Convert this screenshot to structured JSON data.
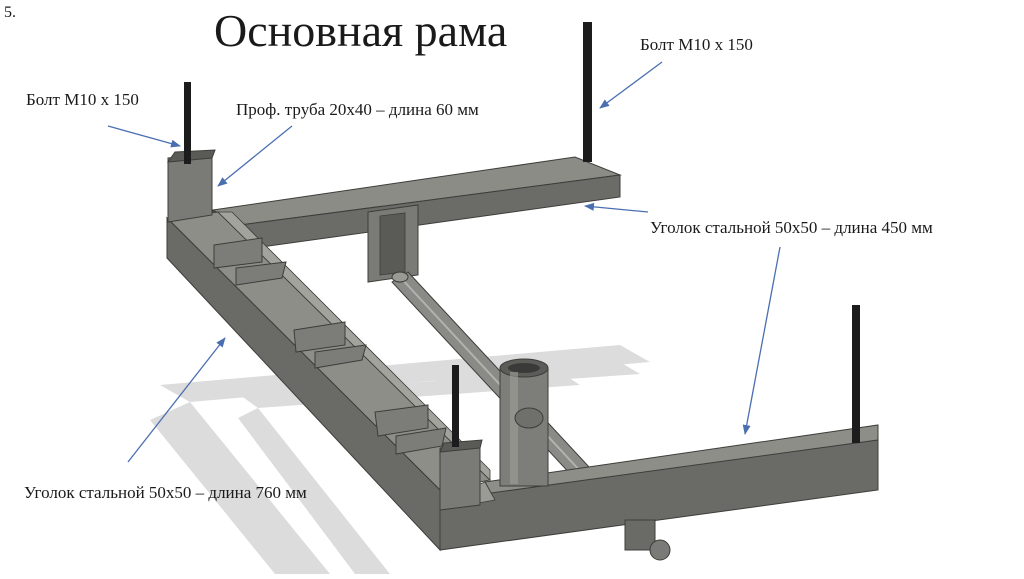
{
  "slide": {
    "number": "5.",
    "title": "Основная рама"
  },
  "labels": {
    "bolt_left": "Болт М10 х 150",
    "bolt_right": "Болт М10 х 150",
    "prof_pipe": "Проф.  труба 20х40 – длина 60 мм",
    "angle_450": "Уголок стальной 50х50 – длина 450 мм",
    "angle_760": "Уголок стальной 50х50 – длина 760 мм"
  },
  "colors": {
    "steel_light": "#8b8b86",
    "steel_mid": "#6e6e6a",
    "steel_dark": "#4a4a47",
    "bolt": "#1c1c1c",
    "shadow": "#dadada",
    "arrow": "#4a6fb0"
  }
}
